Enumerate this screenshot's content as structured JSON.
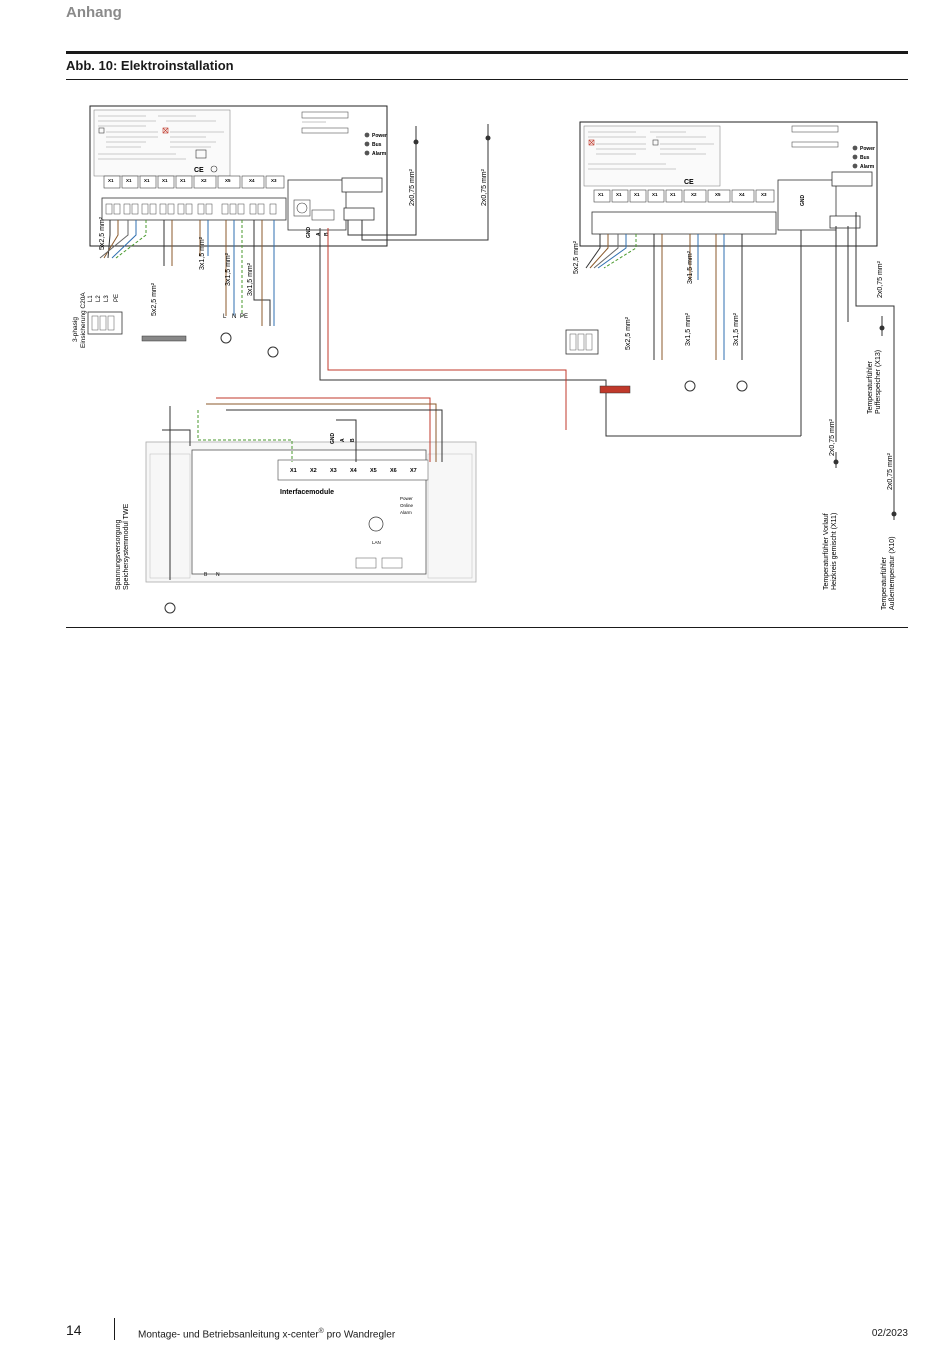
{
  "header": {
    "section": "Anhang"
  },
  "figure": {
    "title": "Abb. 10: Elektroinstallation",
    "labels": {
      "cable_5x25": "5x2,5 mm²",
      "cable_3x15": "3x1,5 mm²",
      "cable_2x075": "2x0,75 mm²",
      "supply_3phase_line1": "3-phasig",
      "supply_3phase_line2": "Einsicherung C20A",
      "supply_module_line1": "Spannungsversorgung",
      "supply_module_line2": "Speichersystemmodul TWE",
      "sensor_buffer_line1": "Temperaturfühler",
      "sensor_buffer_line2": "Pufferspeicher (X13)",
      "sensor_flow_line1": "Temperaturfühler Vorlauf",
      "sensor_flow_line2": "Heizkreis gemischt (X11)",
      "sensor_outdoor_line1": "Temperaturfühler",
      "sensor_outdoor_line2": "Außentemperatur (X10)",
      "interface_module": "Interfacemodule",
      "led_power": "Power",
      "led_bus": "Bus",
      "led_alarm": "Alarm",
      "led_online": "Online",
      "lan": "LAN",
      "term_gnd": "GND",
      "term_a": "A",
      "term_b": "B",
      "term_l": "L",
      "term_n": "N",
      "term_pe": "PE",
      "term_l1": "L1",
      "term_l2": "L2",
      "term_l3": "L3",
      "terminals": [
        "X1",
        "X1",
        "X1",
        "X1",
        "X1",
        "X2",
        "X5",
        "X4",
        "X3"
      ],
      "iface_terminals": [
        "X1",
        "X2",
        "X3",
        "X4",
        "X5",
        "X6",
        "X7"
      ],
      "ce_mark": "CE"
    }
  },
  "footer": {
    "page": "14",
    "title": "Montage- und Betriebsanleitung x-center",
    "reg": "®",
    "title_suffix": " pro Wandregler",
    "date": "02/2023"
  }
}
